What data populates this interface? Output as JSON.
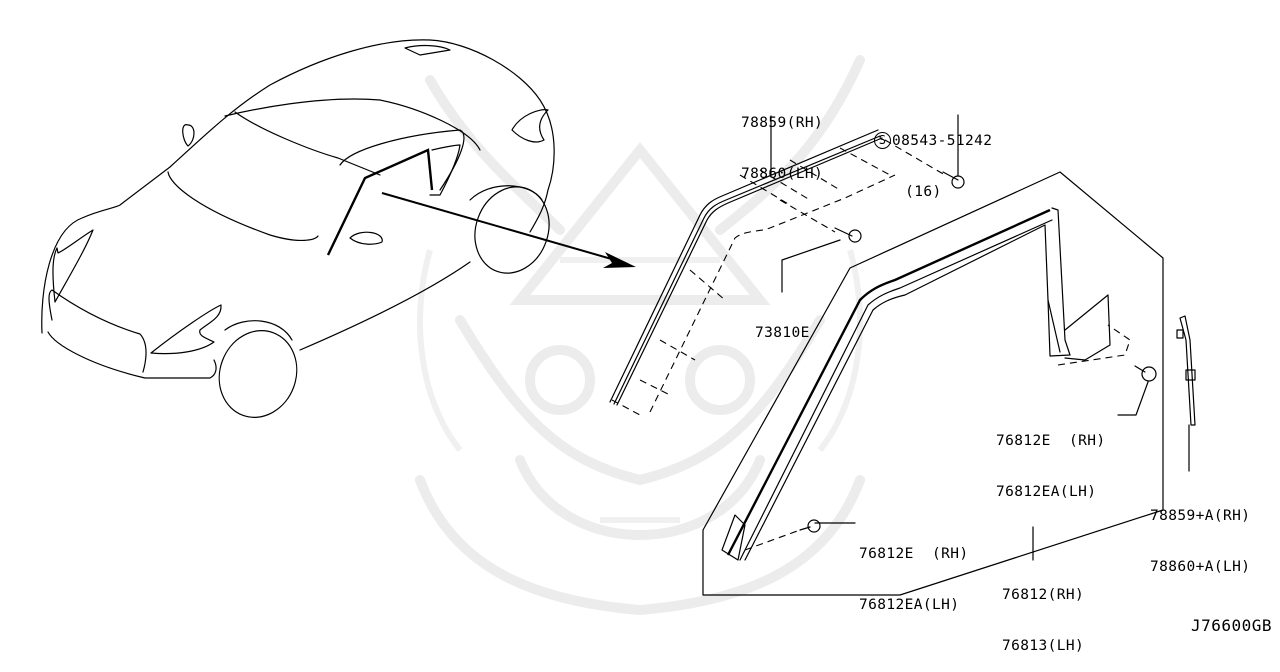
{
  "diagram": {
    "code": "J76600GB",
    "parts": [
      {
        "id": "drip-moulding",
        "lines": [
          "78859(RH)",
          "78860(LH)"
        ]
      },
      {
        "id": "screw-top",
        "symbol": "S",
        "lines": [
          "08543-51242",
          " (16)"
        ]
      },
      {
        "id": "screw-mid",
        "lines": [
          "73810E"
        ]
      },
      {
        "id": "clip-upper",
        "lines": [
          "76812E  (RH)",
          "76812EA(LH)"
        ]
      },
      {
        "id": "clip-lower",
        "lines": [
          "76812E  (RH)",
          "76812EA(LH)"
        ]
      },
      {
        "id": "door-sash-seal",
        "lines": [
          "76812(RH)",
          "76813(LH)"
        ]
      },
      {
        "id": "bracket",
        "lines": [
          "78859+A(RH)",
          "78860+A(LH)"
        ]
      }
    ],
    "colors": {
      "line": "#000000",
      "watermark": "#ececec",
      "background": "#ffffff"
    }
  }
}
